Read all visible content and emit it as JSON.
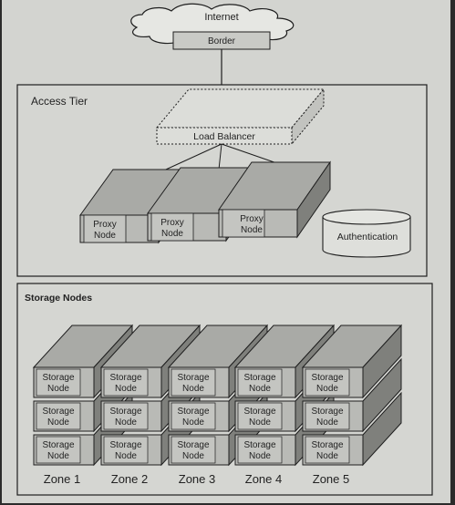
{
  "cloud": {
    "label": "Internet"
  },
  "border": {
    "label": "Border"
  },
  "access_tier": {
    "title": "Access Tier",
    "load_balancer": "Load Balancer",
    "proxies": [
      {
        "line1": "Proxy",
        "line2": "Node"
      },
      {
        "line1": "Proxy",
        "line2": "Node"
      },
      {
        "line1": "Proxy",
        "line2": "Node"
      }
    ],
    "authentication": "Authentication"
  },
  "storage": {
    "title": "Storage Nodes",
    "node_line1": "Storage",
    "node_line2": "Node",
    "zones": [
      "Zone 1",
      "Zone 2",
      "Zone 3",
      "Zone 4",
      "Zone 5"
    ],
    "rows": [
      [
        {
          "line1": "Storage",
          "line2": "Node"
        },
        {
          "line1": "Storage",
          "line2": "Node"
        },
        {
          "line1": "Storage",
          "line2": "Node"
        },
        {
          "line1": "Storage",
          "line2": "Node"
        },
        {
          "line1": "Storage",
          "line2": "Node"
        }
      ],
      [
        {
          "line1": "Storage",
          "line2": "Node"
        },
        {
          "line1": "Storage",
          "line2": "Node"
        },
        {
          "line1": "Storage",
          "line2": "Node"
        },
        {
          "line1": "Storage",
          "line2": "Node"
        },
        {
          "line1": "Storage",
          "line2": "Node"
        }
      ],
      [
        {
          "line1": "Storage",
          "line2": "Node"
        },
        {
          "line1": "Storage",
          "line2": "Node"
        },
        {
          "line1": "Storage",
          "line2": "Node"
        },
        {
          "line1": "Storage",
          "line2": "Node"
        },
        {
          "line1": "Storage",
          "line2": "Node"
        }
      ]
    ]
  },
  "colors": {
    "paper": "#d3d4d0",
    "box_front": "#b9bab6",
    "box_top": "#a9aaa6",
    "box_side": "#7f807c",
    "label_box": "#c4c5c1",
    "stroke": "#1e1e1e"
  }
}
